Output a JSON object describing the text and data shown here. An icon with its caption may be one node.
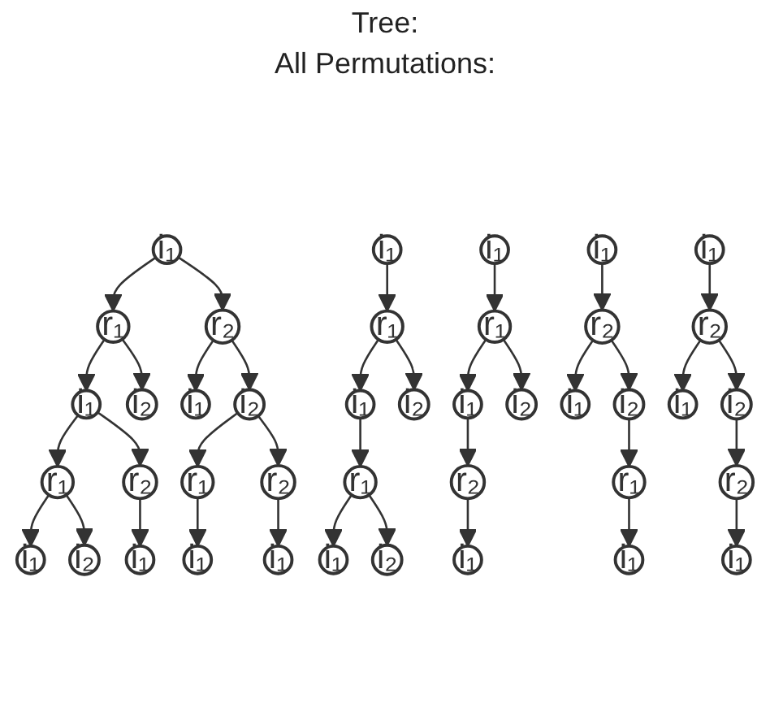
{
  "diagram": {
    "title": "Tree:",
    "nodes": [
      {
        "text": [
          "i₁"
        ]
      },
      {
        "text": [
          "r₁"
        ]
      },
      {
        "text": [
          "r₂"
        ]
      },
      {
        "text": [
          "i₁"
        ]
      },
      {
        "text": [
          "i₂"
        ]
      },
      {
        "text": [
          "i₁"
        ]
      },
      {
        "text": [
          "i₂"
        ]
      },
      {
        "text": [
          "r₁"
        ]
      },
      {
        "text": [
          "r₂"
        ]
      },
      {
        "text": [
          "r₁"
        ]
      },
      {
        "text": [
          "r₂"
        ]
      },
      {
        "text": [
          "i₁"
        ]
      },
      {
        "text": [
          "i₂"
        ]
      },
      {
        "text": [
          "i₁"
        ]
      },
      {
        "text": [
          "i₁"
        ]
      },
      {
        "text": [
          "i₁"
        ]
      },
      {
        "text": [
          "i₁"
        ]
      },
      {
        "text": [
          "i₁"
        ]
      },
      {
        "text": [
          "i₁"
        ]
      },
      {
        "text": [
          "i₁"
        ]
      },
      {
        "text": [
          "r₁"
        ]
      },
      {
        "text": [
          "r₁"
        ]
      },
      {
        "text": [
          "r₂"
        ]
      },
      {
        "text": [
          "r₂"
        ]
      },
      {
        "text": [
          "i₁"
        ]
      },
      {
        "text": [
          "i₂"
        ]
      },
      {
        "text": [
          "i₁"
        ]
      },
      {
        "text": [
          "i₂"
        ]
      },
      {
        "text": [
          "i₁"
        ]
      },
      {
        "text": [
          "i₂"
        ]
      },
      {
        "text": [
          "i₁"
        ]
      },
      {
        "text": [
          "i₂"
        ]
      },
      {
        "text": [
          "r₁"
        ]
      },
      {
        "text": [
          "r₂"
        ]
      },
      {
        "text": [
          "r₁"
        ]
      },
      {
        "text": [
          "r₂"
        ]
      },
      {
        "text": [
          "i₁"
        ]
      },
      {
        "text": [
          "i₂"
        ]
      },
      {
        "text": [
          "i₁"
        ]
      },
      {
        "text": [
          "i₁"
        ]
      },
      {
        "text": [
          "i₁"
        ]
      }
    ],
    "edges": [
      {
        "from": 0,
        "to": 1,
        "arrow": "to"
      },
      {
        "from": 0,
        "to": 2,
        "arrow": "to"
      },
      {
        "from": 1,
        "to": 3,
        "arrow": "to"
      },
      {
        "from": 1,
        "to": 4,
        "arrow": "to"
      },
      {
        "from": 2,
        "to": 5,
        "arrow": "to"
      },
      {
        "from": 2,
        "to": 6,
        "arrow": "to"
      },
      {
        "from": 3,
        "to": 7,
        "arrow": "to"
      },
      {
        "from": 3,
        "to": 8,
        "arrow": "to"
      },
      {
        "from": 6,
        "to": 9,
        "arrow": "to"
      },
      {
        "from": 6,
        "to": 10,
        "arrow": "to"
      },
      {
        "from": 7,
        "to": 11,
        "arrow": "to"
      },
      {
        "from": 7,
        "to": 12,
        "arrow": "to"
      },
      {
        "from": 8,
        "to": 13,
        "arrow": "to"
      },
      {
        "from": 9,
        "to": 14,
        "arrow": "to"
      },
      {
        "from": 10,
        "to": 15,
        "arrow": "to"
      },
      {
        "from": 16,
        "to": 20,
        "arrow": "to"
      },
      {
        "from": 17,
        "to": 21,
        "arrow": "to"
      },
      {
        "from": 18,
        "to": 22,
        "arrow": "to"
      },
      {
        "from": 19,
        "to": 23,
        "arrow": "to"
      },
      {
        "from": 20,
        "to": 24,
        "arrow": "to"
      },
      {
        "from": 20,
        "to": 25,
        "arrow": "to"
      },
      {
        "from": 21,
        "to": 26,
        "arrow": "to"
      },
      {
        "from": 21,
        "to": 27,
        "arrow": "to"
      },
      {
        "from": 22,
        "to": 28,
        "arrow": "to"
      },
      {
        "from": 22,
        "to": 29,
        "arrow": "to"
      },
      {
        "from": 23,
        "to": 30,
        "arrow": "to"
      },
      {
        "from": 23,
        "to": 31,
        "arrow": "to"
      },
      {
        "from": 24,
        "to": 32,
        "arrow": "to"
      },
      {
        "from": 26,
        "to": 33,
        "arrow": "to"
      },
      {
        "from": 29,
        "to": 34,
        "arrow": "to"
      },
      {
        "from": 31,
        "to": 35,
        "arrow": "to"
      },
      {
        "from": 32,
        "to": 36,
        "arrow": "to"
      },
      {
        "from": 32,
        "to": 37,
        "arrow": "to"
      },
      {
        "from": 33,
        "to": 38,
        "arrow": "to"
      },
      {
        "from": 34,
        "to": 39,
        "arrow": "to"
      },
      {
        "from": 35,
        "to": 40,
        "arrow": "to"
      }
    ],
    "labels": [
      "All Permutations:"
    ]
  }
}
